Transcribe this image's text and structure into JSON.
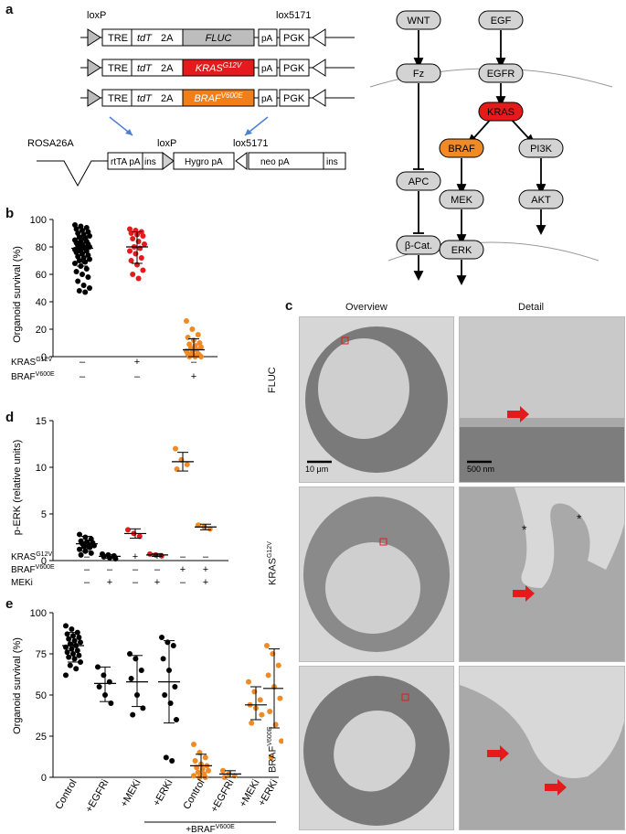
{
  "panels": {
    "a": "a",
    "b": "b",
    "c": "c",
    "d": "d",
    "e": "e"
  },
  "panel_a": {
    "loxP_top": "loxP",
    "lox5171_top": "lox5171",
    "rows": [
      {
        "tre": "TRE",
        "tdt": "tdT",
        "two_a": "2A",
        "gene": "FLUC",
        "gene_sup": "",
        "gene_color": "#bdbdbd",
        "pa": "pA",
        "pgk": "PGK"
      },
      {
        "tre": "TRE",
        "tdt": "tdT",
        "two_a": "2A",
        "gene": "KRAS",
        "gene_sup": "G12V",
        "gene_color": "#e41a1c",
        "pa": "pA",
        "pgk": "PGK"
      },
      {
        "tre": "TRE",
        "tdt": "tdT",
        "two_a": "2A",
        "gene": "BRAF",
        "gene_sup": "V600E",
        "gene_color": "#f07f1a",
        "pa": "pA",
        "pgk": "PGK"
      }
    ],
    "locus": {
      "rosa": "ROSA26A",
      "loxP": "loxP",
      "lox5171": "lox5171",
      "rtta": "rtTA pA",
      "ins": "ins",
      "hygro": "Hygro pA",
      "neo": "neo pA",
      "ins2": "ins"
    }
  },
  "pathway": {
    "nodes": {
      "wnt": "WNT",
      "egf": "EGF",
      "fz": "Fz",
      "egfr": "EGFR",
      "kras": "KRAS",
      "braf": "BRAF",
      "pi3k": "PI3K",
      "apc": "APC",
      "mek": "MEK",
      "akt": "AKT",
      "bcat": "β-Cat.",
      "erk": "ERK"
    },
    "colors": {
      "kras": "#e41a1c",
      "braf": "#f08a24",
      "default": "#d3d3d3"
    }
  },
  "panel_b": {
    "ylabel": "Organoid survival (%)",
    "yticks": [
      "0",
      "20",
      "40",
      "60",
      "80",
      "100"
    ],
    "row1": "KRAS",
    "row1_sup": "G12V",
    "row2": "BRAF",
    "row2_sup": "V600E",
    "row1_marks": [
      "–",
      "+",
      "–"
    ],
    "row2_marks": [
      "–",
      "–",
      "+"
    ]
  },
  "panel_c": {
    "col1": "Overview",
    "col2": "Detail",
    "rows": [
      {
        "label": "FLUC",
        "sup": ""
      },
      {
        "label": "KRAS",
        "sup": "G12V"
      },
      {
        "label": "BRAF",
        "sup": "V600E"
      }
    ],
    "scale_overview": "10 μm",
    "scale_detail": "500 nm",
    "asterisk": "*"
  },
  "panel_d": {
    "ylabel": "p-ERK (relative units)",
    "yticks": [
      "0",
      "5",
      "10",
      "15"
    ],
    "row1": "KRAS",
    "row1_sup": "G12V",
    "row2": "BRAF",
    "row2_sup": "V600E",
    "row3": "MEKi",
    "row1_marks": [
      "–",
      "–",
      "+",
      "+",
      "–",
      "–"
    ],
    "row2_marks": [
      "–",
      "–",
      "–",
      "–",
      "+",
      "+"
    ],
    "row3_marks": [
      "–",
      "+",
      "–",
      "+",
      "–",
      "+"
    ]
  },
  "panel_e": {
    "ylabel": "Organoid survival (%)",
    "yticks": [
      "0",
      "25",
      "50",
      "75",
      "100"
    ],
    "xlabels": [
      "Control",
      "+EGFRi",
      "+MEKi",
      "+ERKi",
      "Control",
      "+EGFRi",
      "+MEKi",
      "+ERKi"
    ],
    "bracket": "+BRAF",
    "bracket_sup": "V600E"
  },
  "chart_data": [
    {
      "type": "scatter",
      "panel": "b",
      "ylabel": "Organoid survival (%)",
      "ylim": [
        0,
        100
      ],
      "groups": [
        {
          "color": "#000000",
          "mean": 79,
          "sd_low": 66,
          "sd_high": 88,
          "values": [
            96,
            95,
            94,
            93,
            92,
            91,
            90,
            89,
            88,
            87,
            86,
            85,
            84,
            84,
            83,
            82,
            82,
            81,
            80,
            80,
            79,
            79,
            78,
            77,
            77,
            76,
            75,
            74,
            73,
            72,
            71,
            70,
            69,
            68,
            66,
            64,
            62,
            60,
            58,
            55,
            52,
            50,
            48,
            47
          ]
        },
        {
          "color": "#e41a1c",
          "mean": 80,
          "sd_low": 68,
          "sd_high": 91,
          "values": [
            93,
            92,
            91,
            90,
            89,
            88,
            86,
            84,
            82,
            80,
            79,
            77,
            75,
            72,
            70,
            67,
            63,
            60,
            57
          ]
        },
        {
          "color": "#f08a24",
          "mean": 5,
          "sd_low": 0,
          "sd_high": 13,
          "values": [
            26,
            20,
            16,
            14,
            12,
            10,
            9,
            8,
            7,
            6,
            5,
            4,
            3,
            2,
            2,
            1,
            1,
            0,
            0,
            0
          ]
        }
      ]
    },
    {
      "type": "scatter",
      "panel": "d",
      "ylabel": "p-ERK (relative units)",
      "ylim": [
        0,
        15
      ],
      "groups": [
        {
          "color": "#000000",
          "mean": 1.8,
          "sd_low": 1.0,
          "sd_high": 2.6,
          "values": [
            2.8,
            2.5,
            2.3,
            2.1,
            2.0,
            1.9,
            1.8,
            1.7,
            1.6,
            1.5,
            1.4,
            1.2,
            1.0,
            0.8,
            0.6
          ]
        },
        {
          "color": "#000000",
          "mean": 0.45,
          "sd_low": 0.25,
          "sd_high": 0.65,
          "values": [
            0.7,
            0.6,
            0.5,
            0.4,
            0.3,
            0.2
          ]
        },
        {
          "color": "#e41a1c",
          "mean": 2.9,
          "sd_low": 2.4,
          "sd_high": 3.4,
          "values": [
            3.3,
            2.9,
            2.6
          ]
        },
        {
          "color": "#e41a1c",
          "mean": 0.6,
          "sd_low": 0.45,
          "sd_high": 0.75,
          "values": [
            0.7,
            0.6,
            0.5
          ]
        },
        {
          "color": "#f08a24",
          "mean": 10.6,
          "sd_low": 9.6,
          "sd_high": 11.6,
          "values": [
            12.0,
            10.8,
            10.3,
            9.8
          ]
        },
        {
          "color": "#f08a24",
          "mean": 3.6,
          "sd_low": 3.3,
          "sd_high": 3.9,
          "values": [
            3.8,
            3.6,
            3.4
          ]
        }
      ]
    },
    {
      "type": "scatter",
      "panel": "e",
      "ylabel": "Organoid survival (%)",
      "ylim": [
        0,
        100
      ],
      "categories": [
        "Control",
        "+EGFRi",
        "+MEKi",
        "+ERKi",
        "Control",
        "+EGFRi",
        "+MEKi",
        "+ERKi"
      ],
      "groups": [
        {
          "color": "#000000",
          "mean": 80,
          "sd_low": 70,
          "sd_high": 88,
          "values": [
            92,
            90,
            88,
            87,
            86,
            85,
            84,
            83,
            82,
            81,
            80,
            79,
            78,
            77,
            76,
            75,
            74,
            73,
            72,
            70,
            68,
            66,
            62
          ]
        },
        {
          "color": "#000000",
          "mean": 57,
          "sd_low": 46,
          "sd_high": 67,
          "values": [
            67,
            62,
            58,
            55,
            50,
            45
          ]
        },
        {
          "color": "#000000",
          "mean": 58,
          "sd_low": 43,
          "sd_high": 74,
          "values": [
            75,
            72,
            65,
            60,
            50,
            42,
            38
          ]
        },
        {
          "color": "#000000",
          "mean": 58,
          "sd_low": 33,
          "sd_high": 83,
          "values": [
            85,
            82,
            80,
            72,
            65,
            55,
            50,
            45,
            35,
            12,
            10
          ]
        },
        {
          "color": "#f08a24",
          "mean": 7,
          "sd_low": 0,
          "sd_high": 14,
          "values": [
            20,
            15,
            12,
            10,
            8,
            7,
            6,
            5,
            4,
            3,
            2,
            1,
            0,
            0
          ]
        },
        {
          "color": "#f08a24",
          "mean": 2,
          "sd_low": 0,
          "sd_high": 4,
          "values": [
            4,
            2,
            1,
            0
          ]
        },
        {
          "color": "#f08a24",
          "mean": 44,
          "sd_low": 35,
          "sd_high": 55,
          "values": [
            58,
            52,
            47,
            44,
            42,
            38,
            33
          ]
        },
        {
          "color": "#f08a24",
          "mean": 54,
          "sd_low": 30,
          "sd_high": 78,
          "values": [
            80,
            75,
            68,
            62,
            55,
            48,
            40,
            32,
            22,
            12
          ]
        }
      ]
    }
  ]
}
